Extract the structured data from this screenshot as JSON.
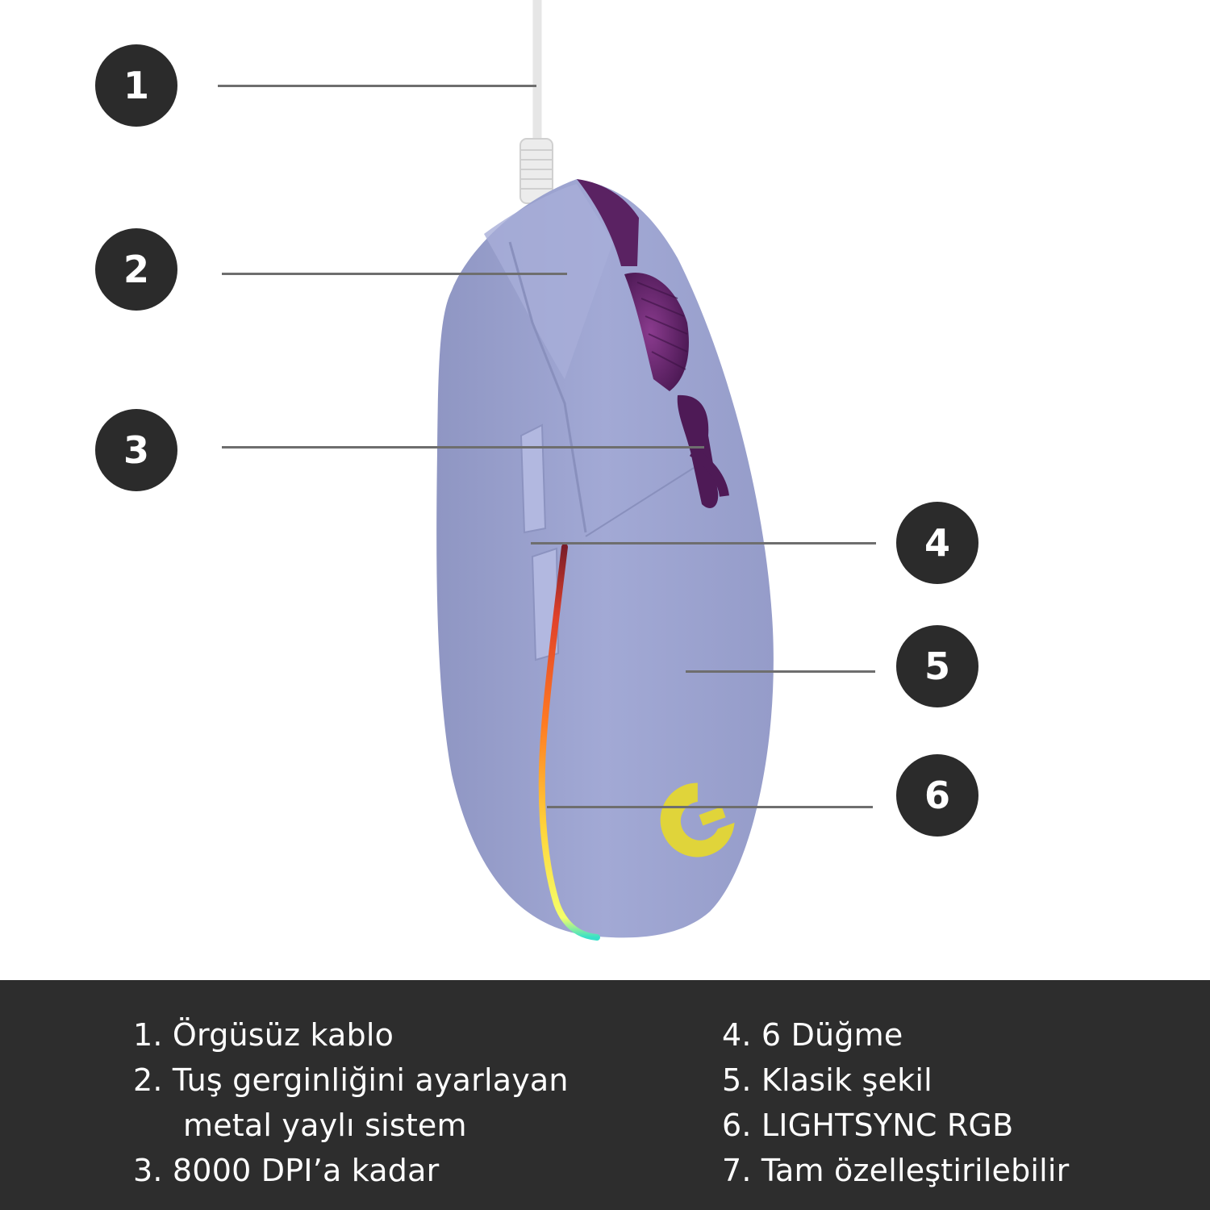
{
  "callouts": [
    "1",
    "2",
    "3",
    "4",
    "5",
    "6"
  ],
  "features_left": [
    "1. Örgüsüz kablo",
    "2. Tuş gerginliğini ayarlayan",
    "metal yaylı sistem",
    "3. 8000 DPI’a kadar"
  ],
  "features_right": [
    "4. 6 Düğme",
    "5. Klasik şekil",
    "6. LIGHTSYNC RGB",
    "7. Tam özelleştirilebilir"
  ],
  "colors": {
    "badge": "#2b2b2b",
    "footer_background": "#2d2d2d",
    "mouse_body": "#9fa6d2",
    "mouse_buttons": "#58205e",
    "logo": "#e0d43a"
  },
  "icons": {
    "logo": "logitech-g-logo-icon"
  }
}
